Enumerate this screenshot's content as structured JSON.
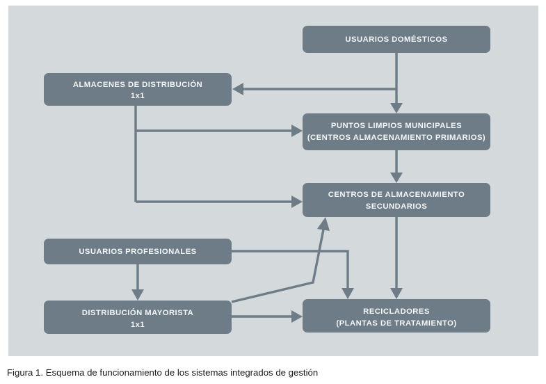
{
  "figure": {
    "caption": "Figura 1. Esquema de funcionamiento de los sistemas integrados de gestión",
    "panel_background": "#d4d9dc",
    "page_background": "#ffffff",
    "node_fill": "#6d7c86",
    "node_text_color": "#f4f6f7",
    "connector_color": "#6d7c86"
  },
  "nodes": {
    "usuarios_domesticos": {
      "id": "usuarios-domesticos",
      "line1": "USUARIOS DOMÉSTICOS",
      "line2": ""
    },
    "almacenes_distribucion": {
      "id": "almacenes-de-distribucion",
      "line1": "ALMACENES DE DISTRIBUCIÓN",
      "line2": "1x1"
    },
    "puntos_limpios": {
      "id": "puntos-limpios-municipales",
      "line1": "PUNTOS LIMPIOS MUNICIPALES",
      "line2": "(CENTROS ALMACENAMIENTO PRIMARIOS)"
    },
    "centros_secundarios": {
      "id": "centros-de-almacenamiento-secundarios",
      "line1": "CENTROS DE ALMACENAMIENTO",
      "line2": "SECUNDARIOS"
    },
    "usuarios_profesionales": {
      "id": "usuarios-profesionales",
      "line1": "USUARIOS PROFESIONALES",
      "line2": ""
    },
    "distribucion_mayorista": {
      "id": "distribucion-mayorista",
      "line1": "DISTRIBUCIÓN MAYORISTA",
      "line2": "1x1"
    },
    "recicladores": {
      "id": "recicladores",
      "line1": "RECICLADORES",
      "line2": "(PLANTAS DE TRATAMIENTO)"
    }
  },
  "chart_data": {
    "type": "diagram",
    "title": "Esquema de funcionamiento de los sistemas integrados de gestión",
    "node_labels": [
      "USUARIOS DOMÉSTICOS",
      "ALMACENES DE DISTRIBUCIÓN 1x1",
      "PUNTOS LIMPIOS MUNICIPALES (CENTROS ALMACENAMIENTO PRIMARIOS)",
      "CENTROS DE ALMACENAMIENTO SECUNDARIOS",
      "USUARIOS PROFESIONALES",
      "DISTRIBUCIÓN MAYORISTA 1x1",
      "RECICLADORES (PLANTAS DE TRATAMIENTO)"
    ],
    "edges": [
      {
        "from": "USUARIOS DOMÉSTICOS",
        "to": "ALMACENES DE DISTRIBUCIÓN 1x1"
      },
      {
        "from": "USUARIOS DOMÉSTICOS",
        "to": "PUNTOS LIMPIOS MUNICIPALES (CENTROS ALMACENAMIENTO PRIMARIOS)"
      },
      {
        "from": "ALMACENES DE DISTRIBUCIÓN 1x1",
        "to": "PUNTOS LIMPIOS MUNICIPALES (CENTROS ALMACENAMIENTO PRIMARIOS)"
      },
      {
        "from": "ALMACENES DE DISTRIBUCIÓN 1x1",
        "to": "CENTROS DE ALMACENAMIENTO SECUNDARIOS"
      },
      {
        "from": "PUNTOS LIMPIOS MUNICIPALES (CENTROS ALMACENAMIENTO PRIMARIOS)",
        "to": "CENTROS DE ALMACENAMIENTO SECUNDARIOS"
      },
      {
        "from": "CENTROS DE ALMACENAMIENTO SECUNDARIOS",
        "to": "RECICLADORES (PLANTAS DE TRATAMIENTO)"
      },
      {
        "from": "USUARIOS PROFESIONALES",
        "to": "DISTRIBUCIÓN MAYORISTA 1x1"
      },
      {
        "from": "USUARIOS PROFESIONALES",
        "to": "RECICLADORES (PLANTAS DE TRATAMIENTO)"
      },
      {
        "from": "DISTRIBUCIÓN MAYORISTA 1x1",
        "to": "RECICLADORES (PLANTAS DE TRATAMIENTO)"
      },
      {
        "from": "DISTRIBUCIÓN MAYORISTA 1x1",
        "to": "CENTROS DE ALMACENAMIENTO SECUNDARIOS"
      }
    ]
  }
}
